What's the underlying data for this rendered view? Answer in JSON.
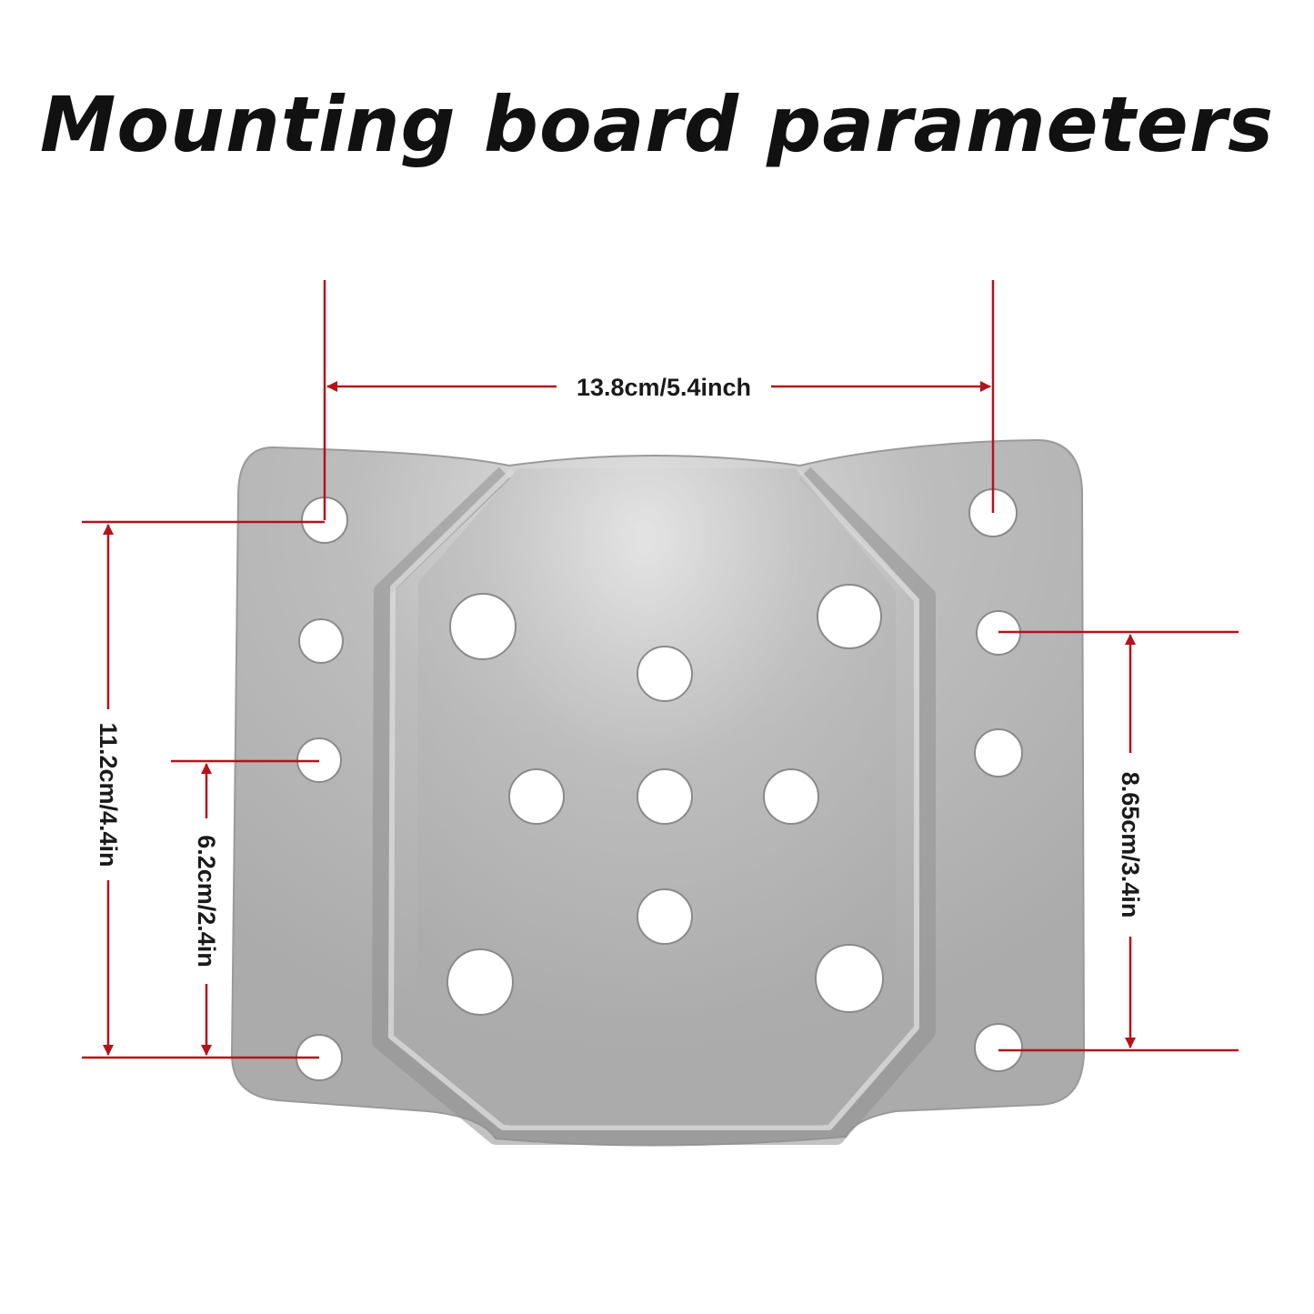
{
  "title": "Mounting board parameters",
  "dimensions": {
    "top_width": "13.8cm/5.4inch",
    "left_outer_height": "11.2cm/4.4in",
    "left_inner_height": "6.2cm/2.4in",
    "right_height": "8.65cm/3.4in"
  },
  "colors": {
    "dimension_line": "#b5121b",
    "plate": "#b3b3b3",
    "text": "#111111"
  }
}
